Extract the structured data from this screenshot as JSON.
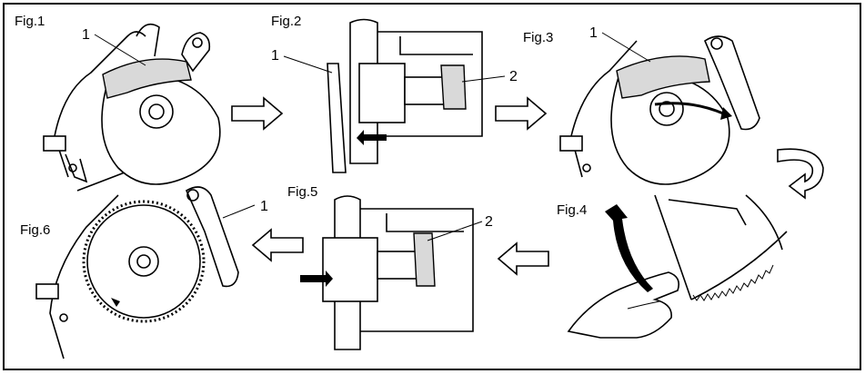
{
  "figures": [
    {
      "id": "fig1",
      "label": "Fig.1",
      "callouts": [
        "1"
      ]
    },
    {
      "id": "fig2",
      "label": "Fig.2",
      "callouts": [
        "1",
        "2"
      ]
    },
    {
      "id": "fig3",
      "label": "Fig.3",
      "callouts": [
        "1"
      ]
    },
    {
      "id": "fig4",
      "label": "Fig.4",
      "callouts": []
    },
    {
      "id": "fig5",
      "label": "Fig.5",
      "callouts": [
        "2"
      ]
    },
    {
      "id": "fig6",
      "label": "Fig.6",
      "callouts": [
        "1"
      ]
    }
  ],
  "colors": {
    "line": "#000000",
    "background": "#ffffff",
    "shade": "#d9d9d9"
  }
}
